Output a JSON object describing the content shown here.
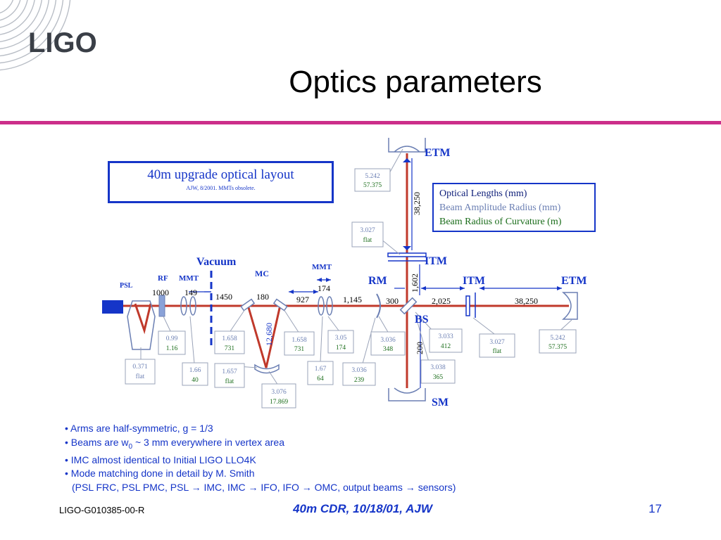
{
  "logo": {
    "text": "LIGO"
  },
  "slide": {
    "title": "Optics parameters"
  },
  "layout_box": {
    "title": "40m upgrade optical layout",
    "subtitle": "AJW, 8/2001. MMTs obsolete."
  },
  "legend": {
    "lengths": "Optical Lengths (mm)",
    "amplitude": "Beam Amplitude Radius (mm)",
    "curvature": "Beam Radius of Curvature (m)"
  },
  "labels": {
    "etm_top": "ETM",
    "itm_top": "ITM",
    "rm": "RM",
    "itm_right": "ITM",
    "etm_right": "ETM",
    "bs": "BS",
    "sm": "SM",
    "vacuum": "Vacuum",
    "mc": "MC",
    "mmt_left": "MMT",
    "mmt_mid": "MMT",
    "rf": "RF",
    "psl": "PSL"
  },
  "lengths": {
    "l1000": "1000",
    "l149": "149",
    "l1450": "1450",
    "l180": "180",
    "l12680": "12,680",
    "l927": "927",
    "l174": "174",
    "l1145": "1,145",
    "l300": "300",
    "l2025": "2,025",
    "l38250h": "38,250",
    "l38250v": "38,250",
    "l1602": "1,602",
    "l200": "200"
  },
  "param_boxes": [
    {
      "a": "5.242",
      "b": "57.375"
    },
    {
      "a": "3.027",
      "b": "flat"
    },
    {
      "a": "0.99",
      "b": "1.16"
    },
    {
      "a": "0.371",
      "b": "flat"
    },
    {
      "a": "1.66",
      "b": "40"
    },
    {
      "a": "1.658",
      "b": "731"
    },
    {
      "a": "1.657",
      "b": "flat"
    },
    {
      "a": "1.658",
      "b": "731"
    },
    {
      "a": "3.076",
      "b": "17.869"
    },
    {
      "a": "3.05",
      "b": "174"
    },
    {
      "a": "1.67",
      "b": "64"
    },
    {
      "a": "3.036",
      "b": "348"
    },
    {
      "a": "3.036",
      "b": "239"
    },
    {
      "a": "3.033",
      "b": "412"
    },
    {
      "a": "3.038",
      "b": "365"
    },
    {
      "a": "3.027",
      "b": "flat"
    },
    {
      "a": "5.242",
      "b": "57.375"
    }
  ],
  "bullets": [
    "• Arms are half-symmetric, g = 1/3",
    "• Mode matching done in detail by M. Smith",
    "(PSL FRC,  PSL PMC,  PSL",
    "IMC,  IMC",
    "IFO,  IFO",
    "OMC,  output beams",
    "sensors)",
    "• IMC almost identical to Initial LIGO LLO4K"
  ],
  "bullet_beams": {
    "prefix": "• Beams are w",
    "sub": "0",
    "suffix": " ~ 3 mm everywhere in vertex area"
  },
  "arrows": {
    "right": "→"
  },
  "footer": {
    "doc_id": "LIGO-G010385-00-R",
    "center": "40m CDR, 10/18/01, AJW",
    "page": "17"
  },
  "colors": {
    "beam": "#c0392b",
    "blue": "#1535c8",
    "navy": "#10207a",
    "accent_line": "#cc2e8a",
    "green": "#1b6d1b",
    "gray_blue": "#6b7fb3"
  }
}
